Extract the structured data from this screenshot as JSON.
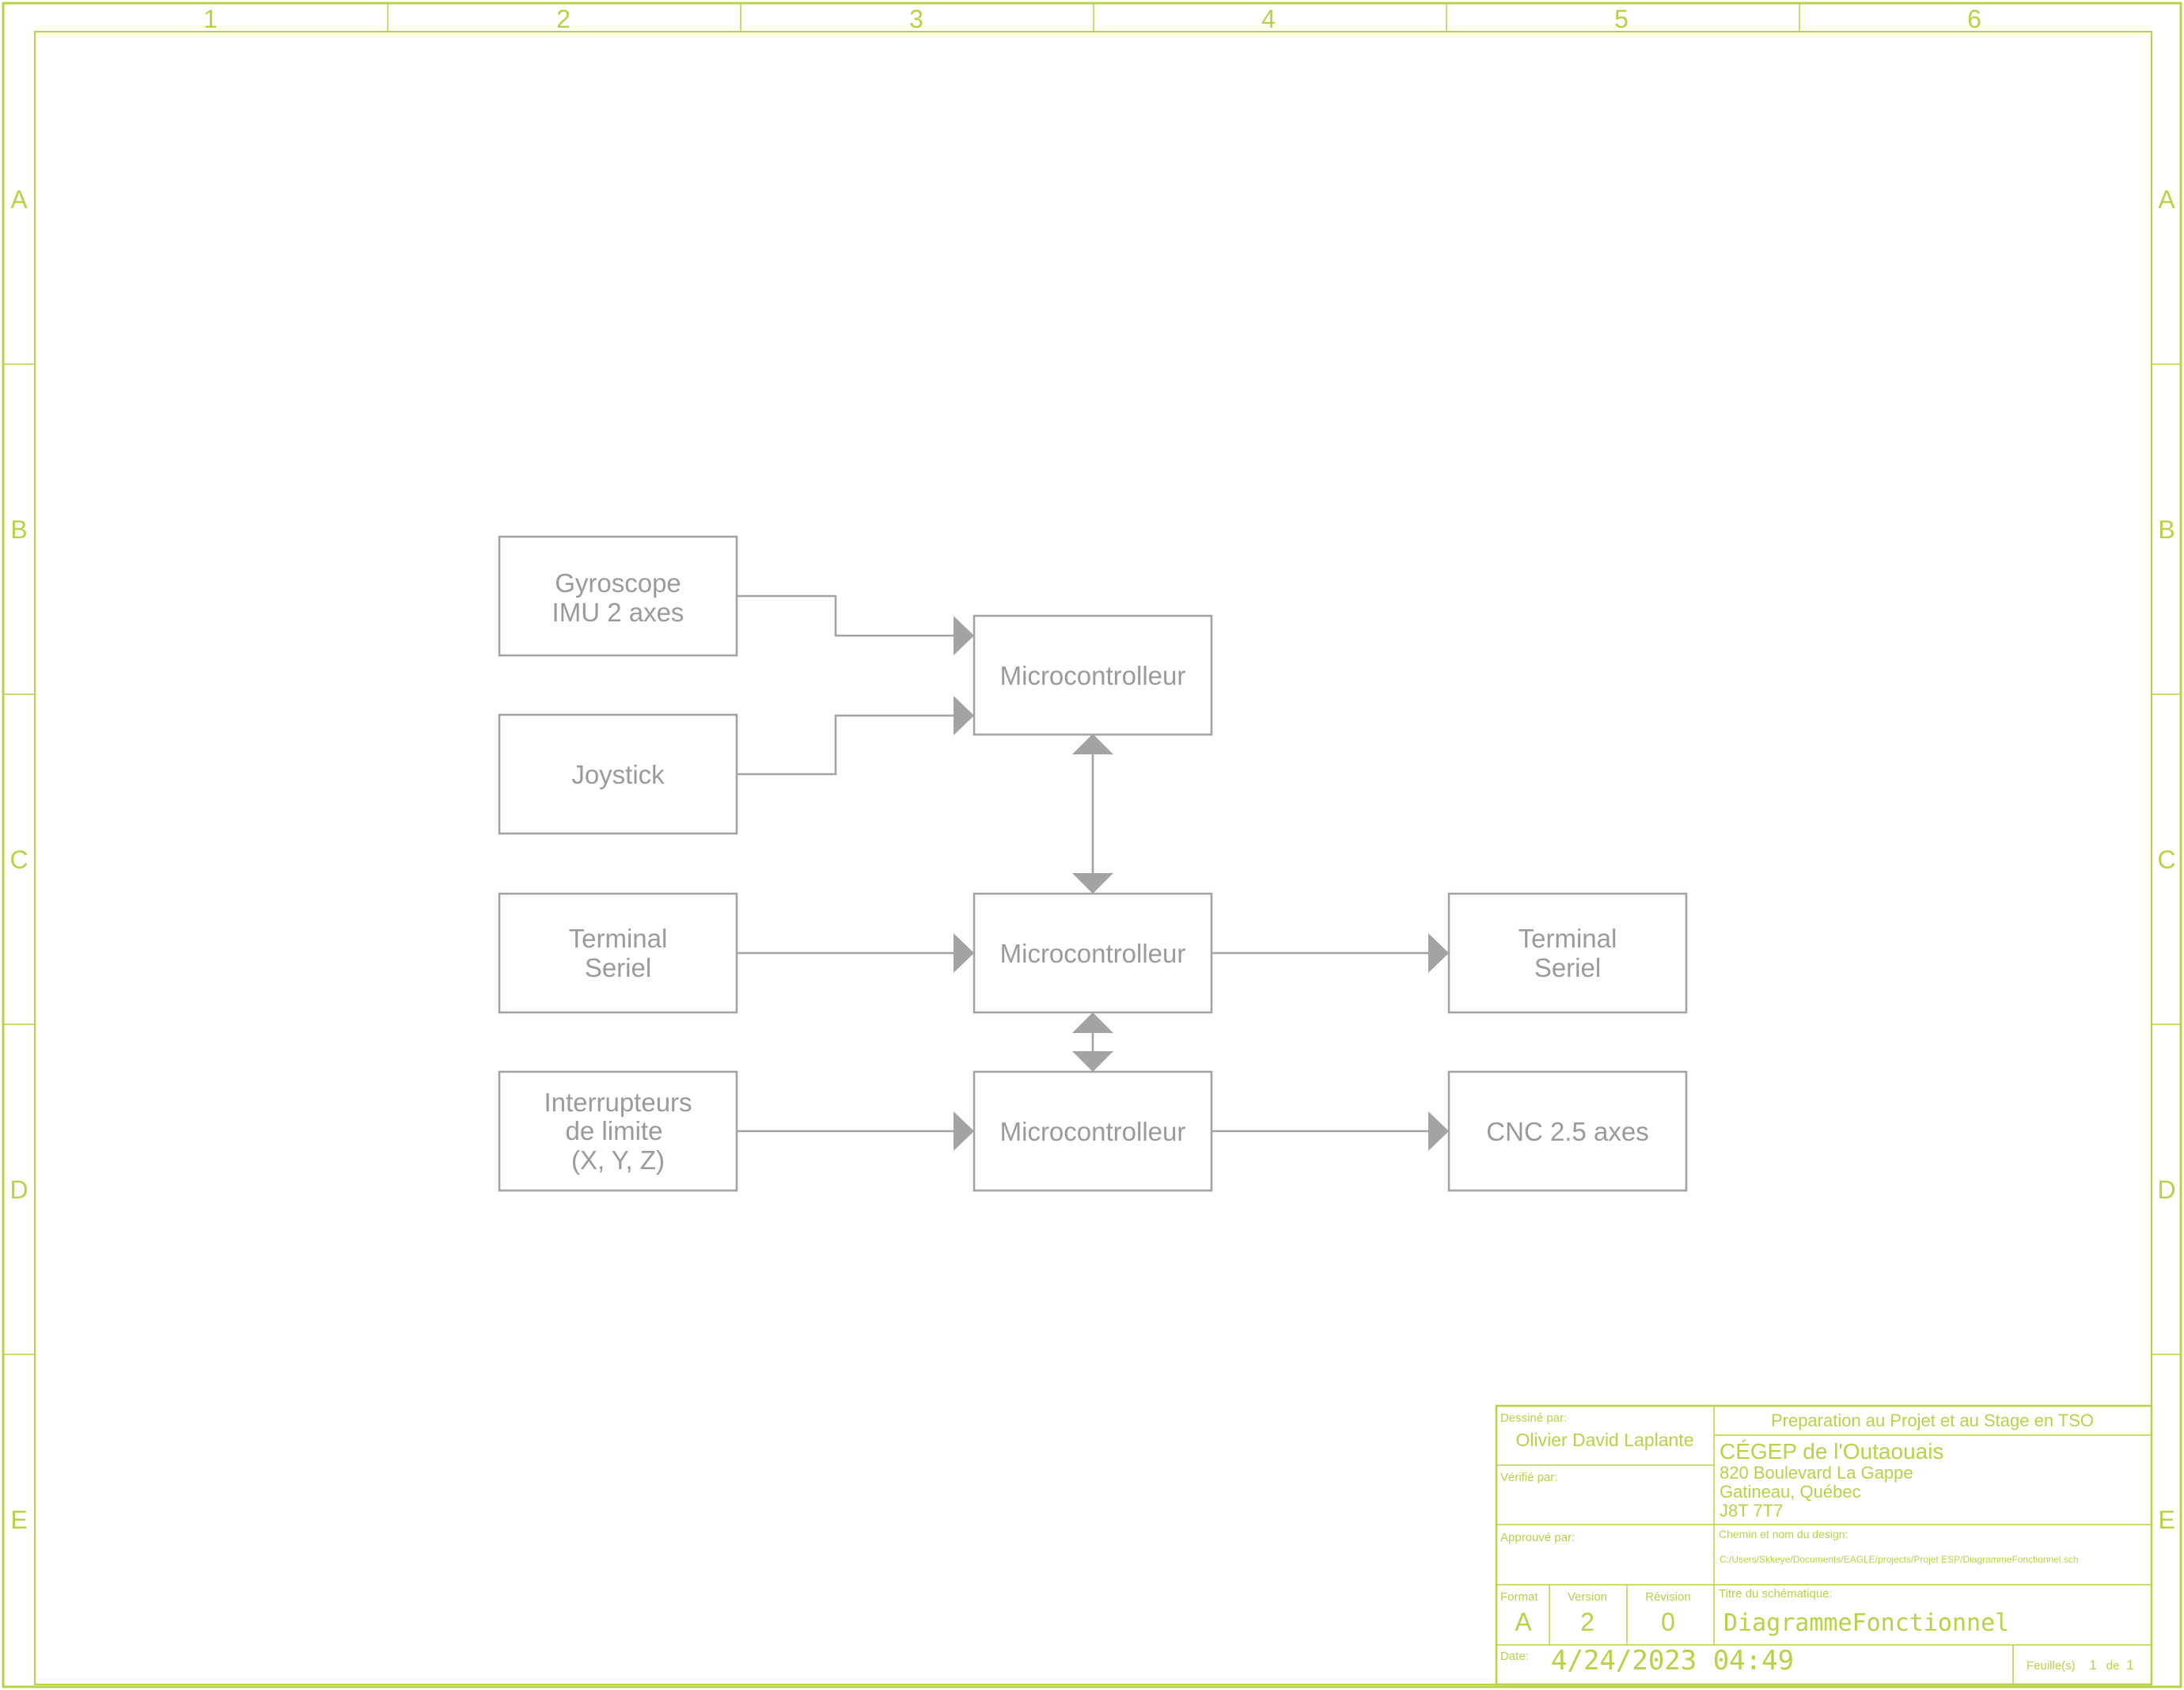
{
  "border": {
    "columns": [
      "1",
      "2",
      "3",
      "4",
      "5",
      "6"
    ],
    "rows": [
      "A",
      "B",
      "C",
      "D",
      "E"
    ]
  },
  "blocks": {
    "gyroscope": {
      "lines": [
        "Gyroscope",
        "IMU 2 axes"
      ]
    },
    "joystick": {
      "lines": [
        "Joystick"
      ]
    },
    "terminal_in": {
      "lines": [
        "Terminal",
        "Seriel"
      ]
    },
    "limit_switches": {
      "lines": [
        "Interrupteurs",
        "de limite",
        "(X, Y, Z)"
      ]
    },
    "mcu_top": {
      "lines": [
        "Microcontrolleur"
      ]
    },
    "mcu_mid": {
      "lines": [
        "Microcontrolleur"
      ]
    },
    "mcu_bottom": {
      "lines": [
        "Microcontrolleur"
      ]
    },
    "terminal_out": {
      "lines": [
        "Terminal",
        "Seriel"
      ]
    },
    "cnc": {
      "lines": [
        "CNC 2.5 axes"
      ]
    }
  },
  "title_block": {
    "drawn_by_label": "Dessiné par:",
    "drawn_by": "Olivier David Laplante",
    "verified_by_label": "Vérifié par:",
    "approved_by_label": "Approuvé par:",
    "course": "Preparation au Projet et au Stage en TSO",
    "org_name": "CÉGEP de l'Outaouais",
    "address_1": "820 Boulevard La Gappe",
    "address_2": "Gatineau, Québec",
    "address_3": "J8T 7T7",
    "path_label": "Chemin et nom du design:",
    "path": "C:/Users/Skkeye/Documents/EAGLE/projects/Projet ESP/DiagrammeFonctionnel.sch",
    "format_label": "Format",
    "format": "A",
    "version_label": "Version",
    "version": "2",
    "revision_label": "Révision",
    "revision": "0",
    "schematic_title_label": "Titre du schématique:",
    "schematic_title": "DiagrammeFonctionnel",
    "date_label": "Date:",
    "date": "4/24/2023 04:49",
    "sheet_label": "Feuille(s)",
    "sheet_num": "1",
    "sheet_of": "de",
    "sheet_total": "1"
  }
}
